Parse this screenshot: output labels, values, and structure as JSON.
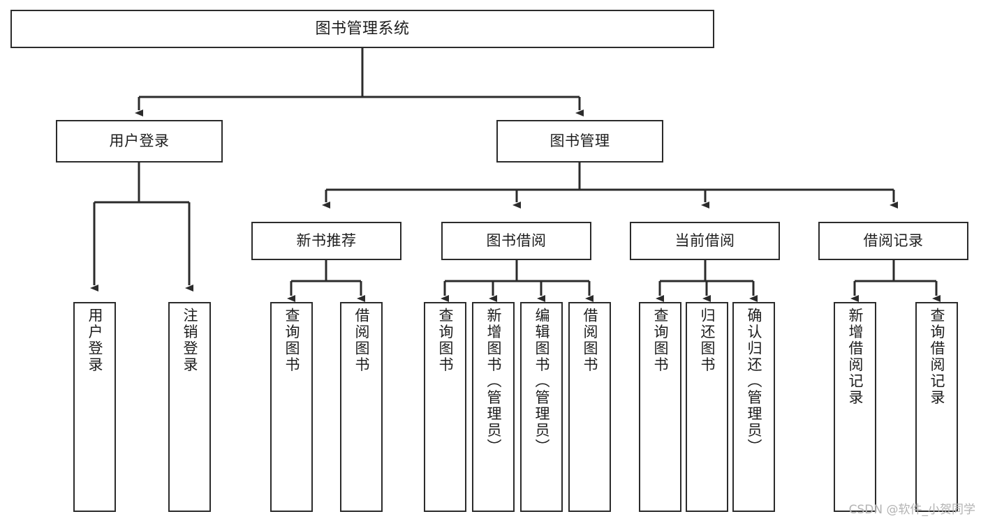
{
  "diagram": {
    "type": "tree-hierarchy",
    "title": "图书管理系统",
    "watermark": "CSDN @软件_小贺同学",
    "colors": {
      "background": "#ffffff",
      "border": "#2b2b2b",
      "text": "#1d1d1d",
      "edge": "#2b2b2b",
      "watermark": "#b3b3b3"
    },
    "nodes": {
      "root": {
        "label": "图书管理系统",
        "level": 1
      },
      "user_login": {
        "label": "用户登录",
        "level": 2
      },
      "book_manage": {
        "label": "图书管理",
        "level": 2
      },
      "new_book_rec": {
        "label": "新书推荐",
        "level": 3
      },
      "book_borrow": {
        "label": "图书借阅",
        "level": 3
      },
      "current_borrow": {
        "label": "当前借阅",
        "level": 3
      },
      "borrow_record": {
        "label": "借阅记录",
        "level": 3
      },
      "leaf_user_login": {
        "label": "用户登录",
        "level": 4
      },
      "leaf_logout": {
        "label": "注销登录",
        "level": 4
      },
      "leaf_query_book_1": {
        "label": "查询图书",
        "level": 4
      },
      "leaf_borrow_book_1": {
        "label": "借阅图书",
        "level": 4
      },
      "leaf_query_book_2": {
        "label": "查询图书",
        "level": 4
      },
      "leaf_add_book": {
        "label": "新增图书（管理员）",
        "level": 4
      },
      "leaf_edit_book": {
        "label": "编辑图书（管理员）",
        "level": 4
      },
      "leaf_borrow_book_2": {
        "label": "借阅图书",
        "level": 4
      },
      "leaf_query_book_3": {
        "label": "查询图书",
        "level": 4
      },
      "leaf_return_book": {
        "label": "归还图书",
        "level": 4
      },
      "leaf_confirm_return": {
        "label": "确认归还（管理员）",
        "level": 4
      },
      "leaf_add_record": {
        "label": "新增借阅记录",
        "level": 4
      },
      "leaf_query_record": {
        "label": "查询借阅记录",
        "level": 4
      }
    },
    "edges": [
      {
        "from": "root",
        "to": "user_login"
      },
      {
        "from": "root",
        "to": "book_manage"
      },
      {
        "from": "user_login",
        "to": "leaf_user_login"
      },
      {
        "from": "user_login",
        "to": "leaf_logout"
      },
      {
        "from": "book_manage",
        "to": "new_book_rec"
      },
      {
        "from": "book_manage",
        "to": "book_borrow"
      },
      {
        "from": "book_manage",
        "to": "current_borrow"
      },
      {
        "from": "book_manage",
        "to": "borrow_record"
      },
      {
        "from": "new_book_rec",
        "to": "leaf_query_book_1"
      },
      {
        "from": "new_book_rec",
        "to": "leaf_borrow_book_1"
      },
      {
        "from": "book_borrow",
        "to": "leaf_query_book_2"
      },
      {
        "from": "book_borrow",
        "to": "leaf_add_book"
      },
      {
        "from": "book_borrow",
        "to": "leaf_edit_book"
      },
      {
        "from": "book_borrow",
        "to": "leaf_borrow_book_2"
      },
      {
        "from": "current_borrow",
        "to": "leaf_query_book_3"
      },
      {
        "from": "current_borrow",
        "to": "leaf_return_book"
      },
      {
        "from": "current_borrow",
        "to": "leaf_confirm_return"
      },
      {
        "from": "borrow_record",
        "to": "leaf_add_record"
      },
      {
        "from": "borrow_record",
        "to": "leaf_query_record"
      }
    ]
  }
}
